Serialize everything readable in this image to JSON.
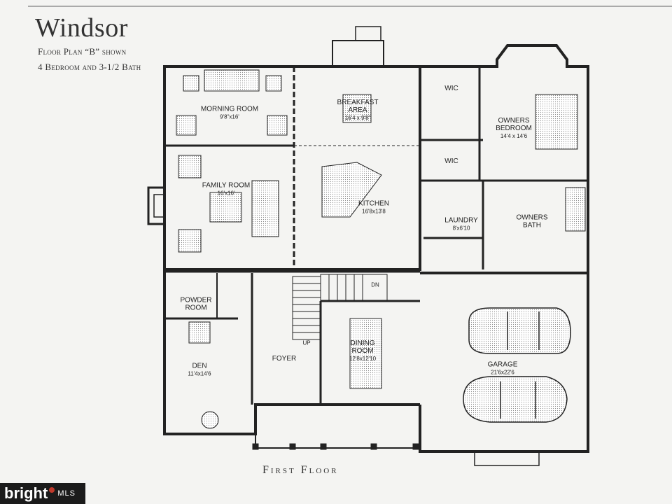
{
  "title": "Windsor",
  "subtitle_line1": "Floor Plan “B” shown",
  "subtitle_line2": "4 Bedroom and 3-1/2 Bath",
  "floor_label": "First Floor",
  "brand": {
    "name": "bright",
    "suffix": "MLS"
  },
  "rooms": {
    "morning": {
      "name": "MORNING ROOM",
      "dim": "9'8\"x16'"
    },
    "breakfast": {
      "name": "BREAKFAST\nAREA",
      "dim": "16'4 x 9'8\""
    },
    "owners_bed": {
      "name": "OWNERS\nBEDROOM",
      "dim": "14'4 x 14'6"
    },
    "wic1": {
      "name": "WIC"
    },
    "wic2": {
      "name": "WIC"
    },
    "family": {
      "name": "FAMILY ROOM",
      "dim": "16'x16'"
    },
    "kitchen": {
      "name": "KITCHEN",
      "dim": "16'8x13'8"
    },
    "laundry": {
      "name": "LAUNDRY",
      "dim": "8'x6'10"
    },
    "owners_bath": {
      "name": "OWNERS\nBATH"
    },
    "powder": {
      "name": "POWDER\nROOM"
    },
    "den": {
      "name": "DEN",
      "dim": "11'4x14'6"
    },
    "foyer": {
      "name": "FOYER"
    },
    "dining": {
      "name": "DINING\nROOM",
      "dim": "12'8x12'10"
    },
    "garage": {
      "name": "GARAGE",
      "dim": "21'6x22'6"
    }
  },
  "stair_up": "UP",
  "stair_dn": "DN"
}
